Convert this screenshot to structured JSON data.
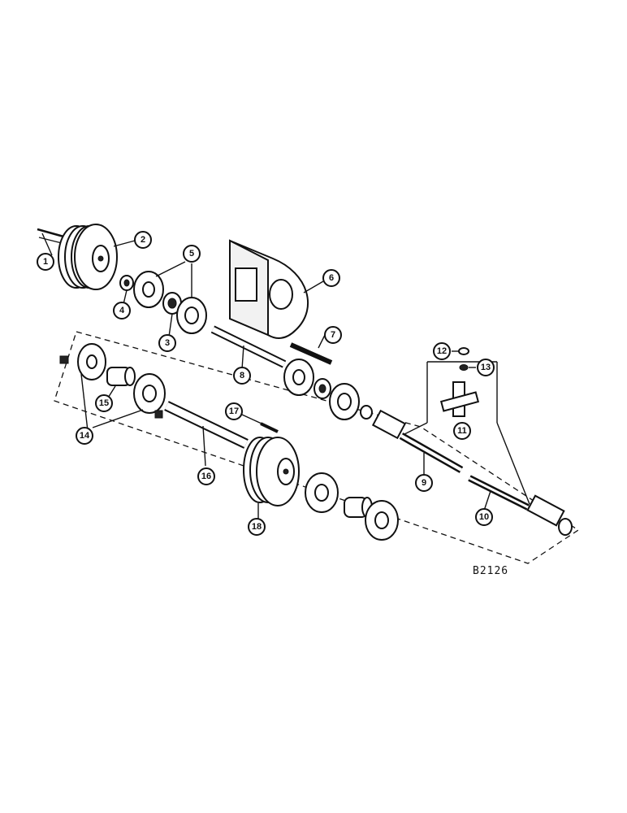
{
  "figure": {
    "reference_code": "B2126",
    "callouts": [
      {
        "id": "1",
        "label": "1"
      },
      {
        "id": "2",
        "label": "2"
      },
      {
        "id": "3",
        "label": "3"
      },
      {
        "id": "4",
        "label": "4"
      },
      {
        "id": "5",
        "label": "5"
      },
      {
        "id": "6",
        "label": "6"
      },
      {
        "id": "7",
        "label": "7"
      },
      {
        "id": "8",
        "label": "8"
      },
      {
        "id": "9",
        "label": "9"
      },
      {
        "id": "10",
        "label": "10"
      },
      {
        "id": "11",
        "label": "11"
      },
      {
        "id": "12",
        "label": "12"
      },
      {
        "id": "13",
        "label": "13"
      },
      {
        "id": "14",
        "label": "14"
      },
      {
        "id": "15",
        "label": "15"
      },
      {
        "id": "16",
        "label": "16"
      },
      {
        "id": "17",
        "label": "17"
      },
      {
        "id": "18",
        "label": "18"
      }
    ]
  }
}
